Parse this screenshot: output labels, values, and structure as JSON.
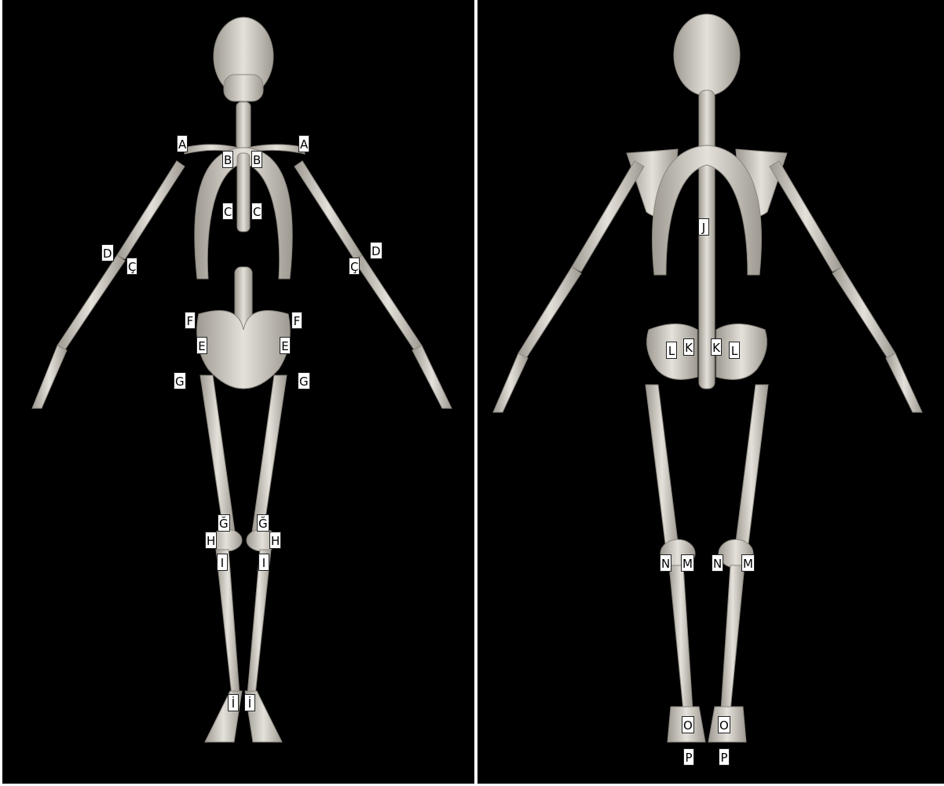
{
  "colors": {
    "background": "#000000",
    "bone": "#d9d6cf",
    "bone_shade": "#a9a59d",
    "label_bg": "#ffffff",
    "label_text": "#000000",
    "divider": "#ffffff"
  },
  "front_view": {
    "labels": {
      "A_left": "A",
      "A_right": "A",
      "B_left": "B",
      "B_right": "B",
      "C_left": "C",
      "C_right": "C",
      "D_left": "D",
      "D_right": "D",
      "Cc_left": "Ç",
      "Cc_right": "Ç",
      "F_left": "F",
      "F_right": "F",
      "E_left": "E",
      "E_right": "E",
      "G_left": "G",
      "G_right": "G",
      "Gg_left": "Ğ",
      "Gg_right": "Ğ",
      "H_left": "H",
      "H_right": "H",
      "I_left": "I",
      "I_right": "I",
      "Ii_left": "İ",
      "Ii_right": "İ"
    }
  },
  "back_view": {
    "labels": {
      "J": "J",
      "L_left": "L",
      "K_left": "K",
      "K_right": "K",
      "L_right": "L",
      "N_left": "N",
      "M_left": "M",
      "N_right": "N",
      "M_right": "M",
      "O_left": "O",
      "O_right": "O",
      "P_left": "P",
      "P_right": "P"
    }
  }
}
